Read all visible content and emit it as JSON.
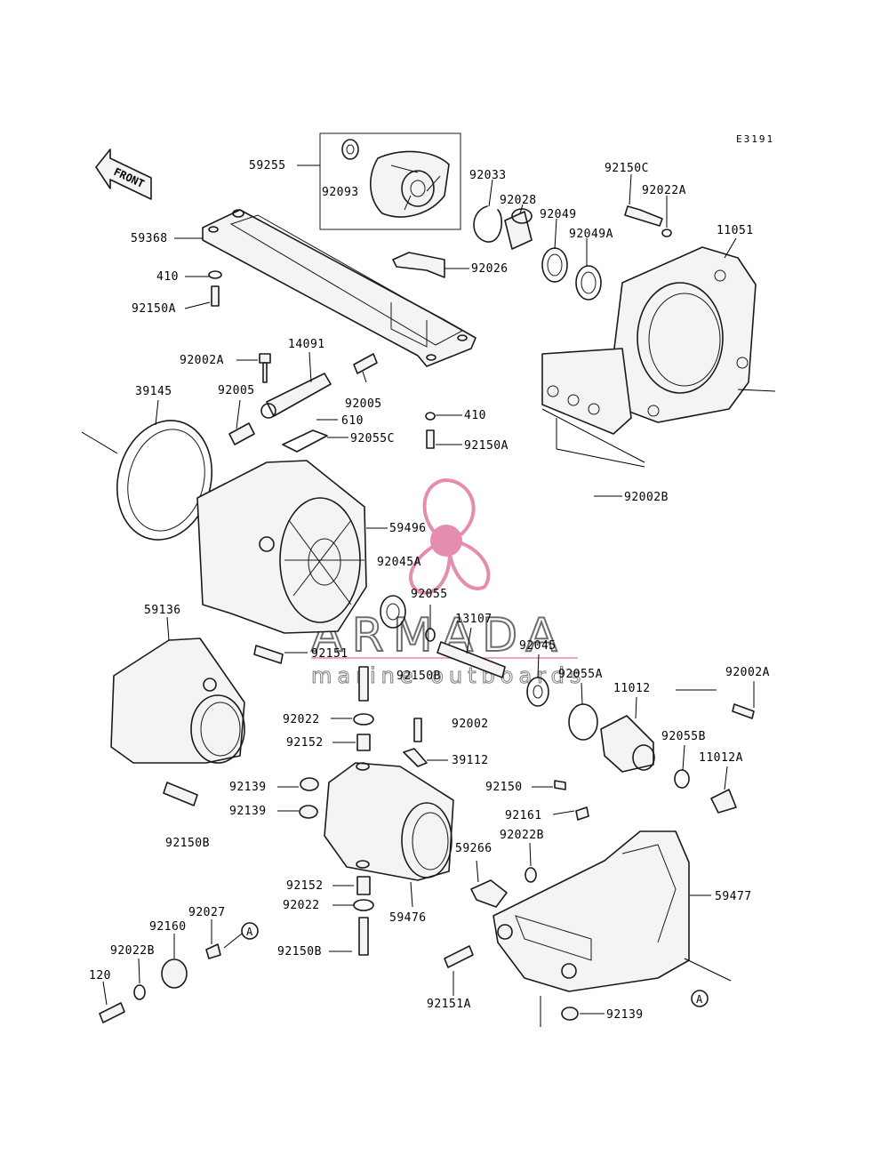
{
  "diagram_code": "E3191",
  "front_label": "FRONT",
  "reference_marker": "A",
  "brand": {
    "name": "ARMADA",
    "tagline": "marine outboards",
    "color": "#e07aa0"
  },
  "labels": [
    {
      "id": "59255",
      "text": "59255"
    },
    {
      "id": "92093",
      "text": "92093"
    },
    {
      "id": "92033",
      "text": "92033"
    },
    {
      "id": "92028",
      "text": "92028"
    },
    {
      "id": "92049",
      "text": "92049"
    },
    {
      "id": "92049A",
      "text": "92049A"
    },
    {
      "id": "92150C",
      "text": "92150C"
    },
    {
      "id": "92022A_top",
      "text": "92022A"
    },
    {
      "id": "11051",
      "text": "11051"
    },
    {
      "id": "59368",
      "text": "59368"
    },
    {
      "id": "410_top",
      "text": "410"
    },
    {
      "id": "92150A_left",
      "text": "92150A"
    },
    {
      "id": "92026",
      "text": "92026"
    },
    {
      "id": "14091",
      "text": "14091"
    },
    {
      "id": "92002A_left",
      "text": "92002A"
    },
    {
      "id": "92005_left",
      "text": "92005"
    },
    {
      "id": "92005_right",
      "text": "92005"
    },
    {
      "id": "610",
      "text": "610"
    },
    {
      "id": "39145",
      "text": "39145"
    },
    {
      "id": "410_mid",
      "text": "410"
    },
    {
      "id": "92150A_mid",
      "text": "92150A"
    },
    {
      "id": "92055C",
      "text": "92055C"
    },
    {
      "id": "92002B",
      "text": "92002B"
    },
    {
      "id": "59496",
      "text": "59496"
    },
    {
      "id": "92045A",
      "text": "92045A"
    },
    {
      "id": "92055",
      "text": "92055"
    },
    {
      "id": "59136",
      "text": "59136"
    },
    {
      "id": "13107",
      "text": "13107"
    },
    {
      "id": "92045",
      "text": "92045"
    },
    {
      "id": "92151",
      "text": "92151"
    },
    {
      "id": "92150B_mid",
      "text": "92150B"
    },
    {
      "id": "92055A",
      "text": "92055A"
    },
    {
      "id": "92002A_right",
      "text": "92002A"
    },
    {
      "id": "11012",
      "text": "11012"
    },
    {
      "id": "92022_up",
      "text": "92022"
    },
    {
      "id": "92002",
      "text": "92002"
    },
    {
      "id": "92152_up",
      "text": "92152"
    },
    {
      "id": "39112",
      "text": "39112"
    },
    {
      "id": "92055B",
      "text": "92055B"
    },
    {
      "id": "11012A",
      "text": "11012A"
    },
    {
      "id": "92139_a",
      "text": "92139"
    },
    {
      "id": "92150",
      "text": "92150"
    },
    {
      "id": "92139_b",
      "text": "92139"
    },
    {
      "id": "92161",
      "text": "92161"
    },
    {
      "id": "92150B_left",
      "text": "92150B"
    },
    {
      "id": "92022B_right",
      "text": "92022B"
    },
    {
      "id": "59266",
      "text": "59266"
    },
    {
      "id": "59477",
      "text": "59477"
    },
    {
      "id": "92152_low",
      "text": "92152"
    },
    {
      "id": "92022_low",
      "text": "92022"
    },
    {
      "id": "59476",
      "text": "59476"
    },
    {
      "id": "92027",
      "text": "92027"
    },
    {
      "id": "92160",
      "text": "92160"
    },
    {
      "id": "92022B_left",
      "text": "92022B"
    },
    {
      "id": "92150B_low",
      "text": "92150B"
    },
    {
      "id": "120",
      "text": "120"
    },
    {
      "id": "92151A",
      "text": "92151A"
    },
    {
      "id": "92139_c",
      "text": "92139"
    }
  ]
}
